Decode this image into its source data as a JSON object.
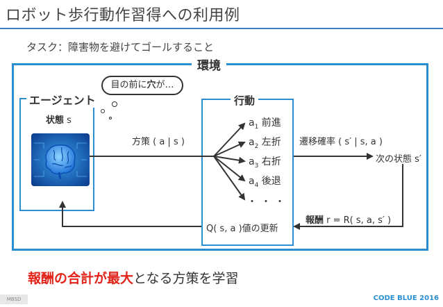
{
  "title": "ロボット歩行動作習得への利用例",
  "task": "タスク：障害物を避けてゴールすること",
  "environment": {
    "label": "環境"
  },
  "agent": {
    "label": "エージェント",
    "state_word": "状態",
    "state_var": "s"
  },
  "thought": {
    "pre": "目の前に",
    "bold": "穴",
    "post": "が…"
  },
  "actions": {
    "label": "行動",
    "items": [
      {
        "var": "a",
        "sub": "1",
        "text": "前進"
      },
      {
        "var": "a",
        "sub": "2",
        "text": "左折"
      },
      {
        "var": "a",
        "sub": "3",
        "text": "右折"
      },
      {
        "var": "a",
        "sub": "4",
        "text": "後退"
      }
    ],
    "more": "・・・"
  },
  "policy": "方策 ( a | s )",
  "transition": "遷移確率 ( s′ | s, a )",
  "next_state": "次の状態 s′",
  "reward": {
    "bold": "報酬",
    "formula": " r = R( s, a, s′ )"
  },
  "q_update": "Q( s, a )値の更新",
  "summary": {
    "emph": "報酬の合計が最大",
    "rest": "となる方策を学習"
  },
  "footer": {
    "left": "MBSD",
    "right": "CODE BLUE 2016"
  },
  "colors": {
    "frame_blue": "#2a8fd0",
    "emphasis_red": "#e2231a",
    "brain_blue": "#1a6fd6"
  },
  "icons": {
    "agent_image": "brain-chip-icon"
  }
}
